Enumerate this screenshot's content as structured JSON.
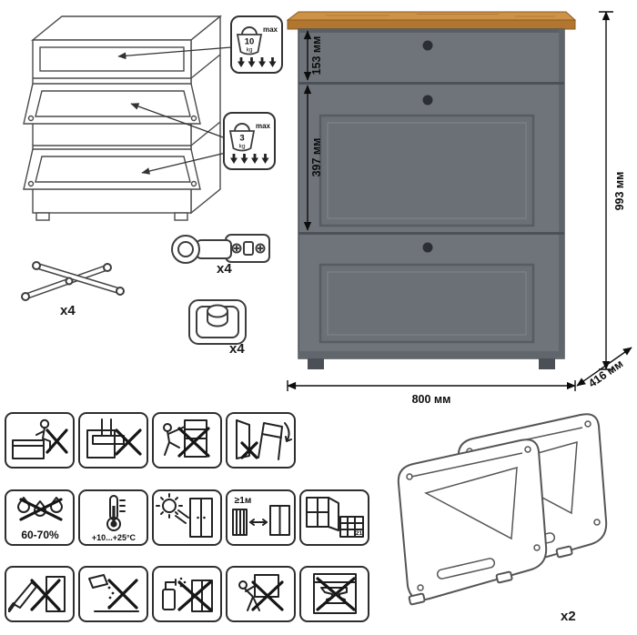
{
  "sheet": {
    "type": "furniture-assembly-instruction"
  },
  "colors": {
    "wood_top": "#cd9147",
    "wood_edge": "#b2762e",
    "cabinet_body": "#6e747a",
    "cabinet_panel": "#6a7076",
    "cabinet_groove": "#4b5157",
    "knob": "#2b2e32",
    "outline": "#3d3d3d"
  },
  "weight_limits": {
    "drawer": {
      "value": "10",
      "unit": "kg",
      "note": "max"
    },
    "door": {
      "value": "3",
      "unit": "kg",
      "note": "max"
    }
  },
  "dimensions": {
    "drawer_height": "153 мм",
    "door_height": "397 мм",
    "total_height": "993 мм",
    "width": "800 мм",
    "depth": "416 мм"
  },
  "quantities": {
    "stay": "x4",
    "hinge": "x4",
    "plate": "x4",
    "mechanism": "x2"
  },
  "care": {
    "humidity": "60-70%",
    "temperature": "+10...+25°С",
    "distance": "≥1м",
    "days": "21"
  },
  "pictograms": {
    "row1": [
      "no-sitting",
      "no-standing-on-drawer",
      "no-climbing",
      "tip-over-warning"
    ],
    "row2": [
      "humidity-range",
      "temperature-range",
      "avoid-direct-sunlight",
      "heat-source-distance",
      "ventilation-acclimation"
    ],
    "row3": [
      "no-sharp-objects",
      "no-abrasive-cleaners",
      "no-aggressive-chemicals",
      "do-not-move-loaded",
      "no-heavy-objects"
    ]
  }
}
